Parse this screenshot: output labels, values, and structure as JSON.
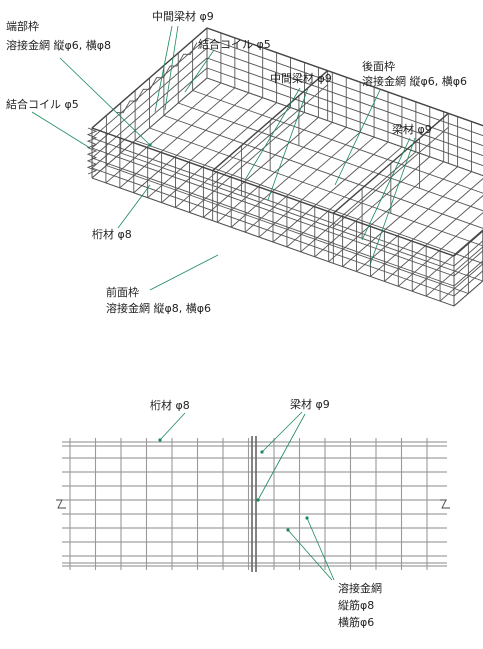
{
  "iso_labels": {
    "end_frame_title": "端部枠",
    "end_frame_mesh": "溶接金網 縦φ6, 横φ8",
    "middle_beam_top": "中間梁材 φ9",
    "coil_top": "結合コイル φ5",
    "middle_beam_right": "中間梁材 φ9",
    "back_frame_title": "後面枠",
    "back_frame_mesh": "溶接金網 縦φ6, 横φ6",
    "beam": "梁材 φ9",
    "coil_left": "結合コイル φ5",
    "girder": "桁材 φ8",
    "front_frame_title": "前面枠",
    "front_frame_mesh": "溶接金網 縦φ8, 横φ6"
  },
  "section_labels": {
    "girder": "桁材 φ8",
    "beam": "梁材 φ9",
    "mesh_title": "溶接金網",
    "mesh_vertical": "縦筋φ8",
    "mesh_horizontal": "横筋φ6"
  },
  "colors": {
    "leader": "#1a8a5a",
    "wire": "#555555",
    "text": "#222222"
  }
}
